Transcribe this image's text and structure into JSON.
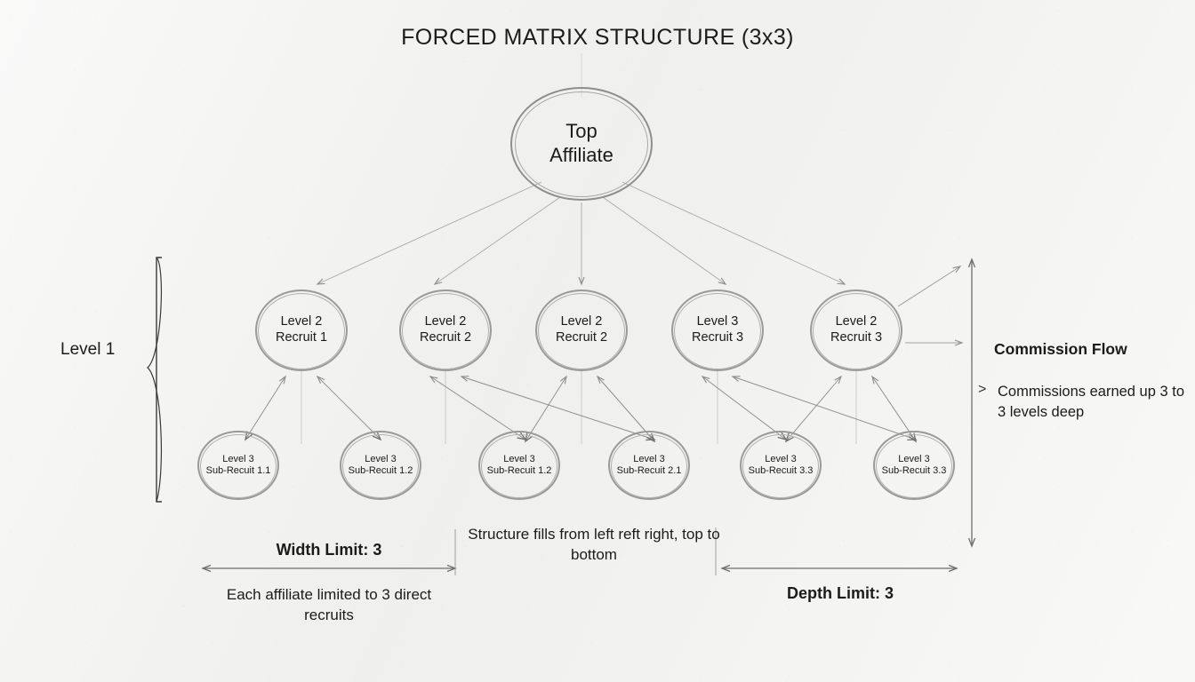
{
  "diagram": {
    "title": "FORCED MATRIX STRUCTURE (3x3)",
    "background_color": "#f2f2f0",
    "stroke_color": "#9a9a9a",
    "text_color": "#1b1b1b"
  },
  "root": {
    "line1": "Top",
    "line2": "Affiliate"
  },
  "level2": [
    {
      "line1": "Level 2",
      "line2": "Recruit 1"
    },
    {
      "line1": "Level 2",
      "line2": "Recruit 2"
    },
    {
      "line1": "Level 2",
      "line2": "Recruit 2"
    },
    {
      "line1": "Level 3",
      "line2": "Recruit 3"
    },
    {
      "line1": "Level 2",
      "line2": "Recruit 3"
    }
  ],
  "level3": [
    {
      "line1": "Level 3",
      "line2": "Sub-Recuit 1.1"
    },
    {
      "line1": "Level 3",
      "line2": "Sub-Recuit 1.2"
    },
    {
      "line1": "Level 3",
      "line2": "Sub-Recuit 1.2"
    },
    {
      "line1": "Level 3",
      "line2": "Sub-Recuit 2.1"
    },
    {
      "line1": "Level 3",
      "line2": "Sub-Recuit 3.3"
    },
    {
      "line1": "Level 3",
      "line2": "Sub-Recuit 3.3"
    }
  ],
  "annotations": {
    "level1_bracket_label": "Level 1",
    "commission_flow_title": "Commission Flow",
    "commission_flow_bullet": ">",
    "commission_flow_note": "Commissions earned up 3 to 3 levels deep",
    "width_limit_label": "Width Limit: 3",
    "width_limit_note": "Each affiliate limited to 3 direct recruits",
    "fill_order_note": "Structure fills from left reft right, top to bottom",
    "depth_limit_label": "Depth Limit: 3"
  }
}
